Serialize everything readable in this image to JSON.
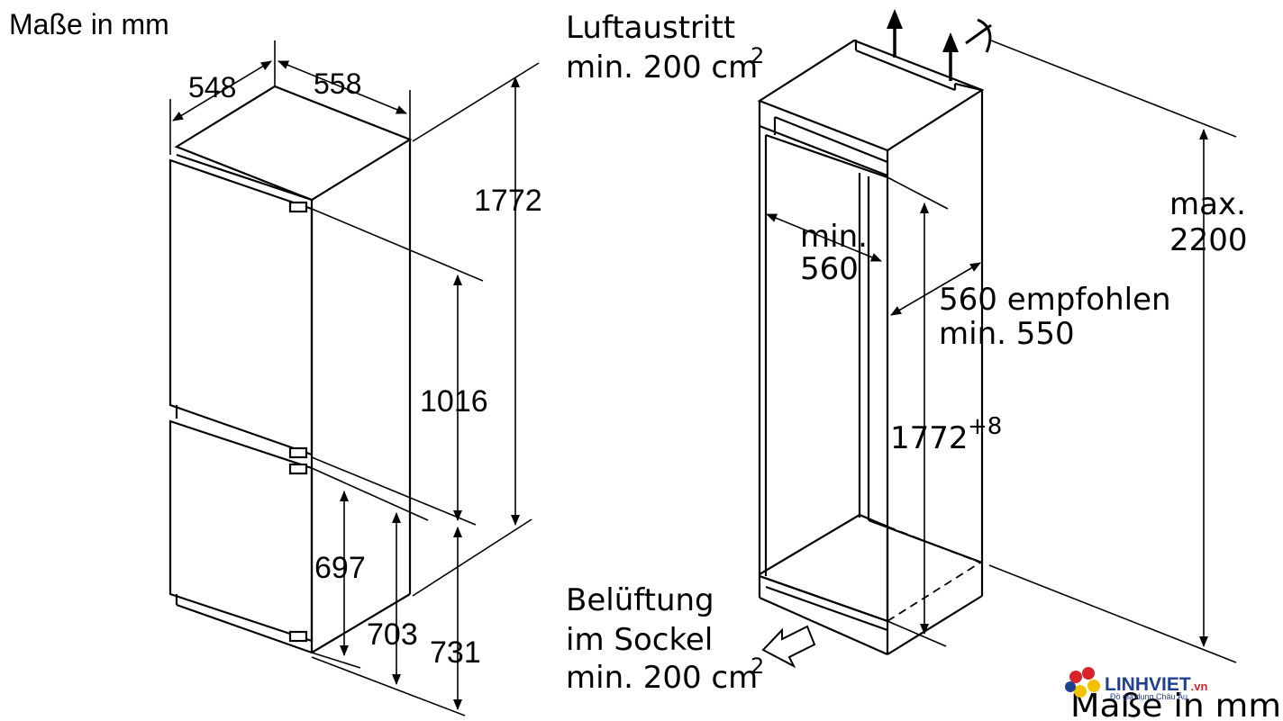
{
  "title": "Maße in mm",
  "title_bottom": "Maße in mm",
  "appliance": {
    "depth": "548",
    "width": "558",
    "height": "1772",
    "upper_section": "1016",
    "lower_a": "697",
    "lower_b": "703",
    "lower_c": "731"
  },
  "niche": {
    "air_out_line1": "Luftaustritt",
    "air_out_line2": "min. 200 cm",
    "air_out_sup": "2",
    "max_line1": "max.",
    "max_line2": "2200",
    "width_line1": "min.",
    "width_line2": "560",
    "depth_line1": "560 empfohlen",
    "depth_line2": "min. 550",
    "height": "1772",
    "height_tol": "+8",
    "vent_line1": "Belüftung",
    "vent_line2": "im Sockel",
    "vent_line3": "min. 200 cm",
    "vent_sup": "2"
  },
  "logo": {
    "name": "LINHVIET",
    "suffix": ".vn",
    "slogan": "Đồ gia dụng Châu Âu",
    "colors": {
      "red": "#d8232a",
      "yellow": "#f2c200",
      "blue": "#1f3f8f"
    }
  }
}
